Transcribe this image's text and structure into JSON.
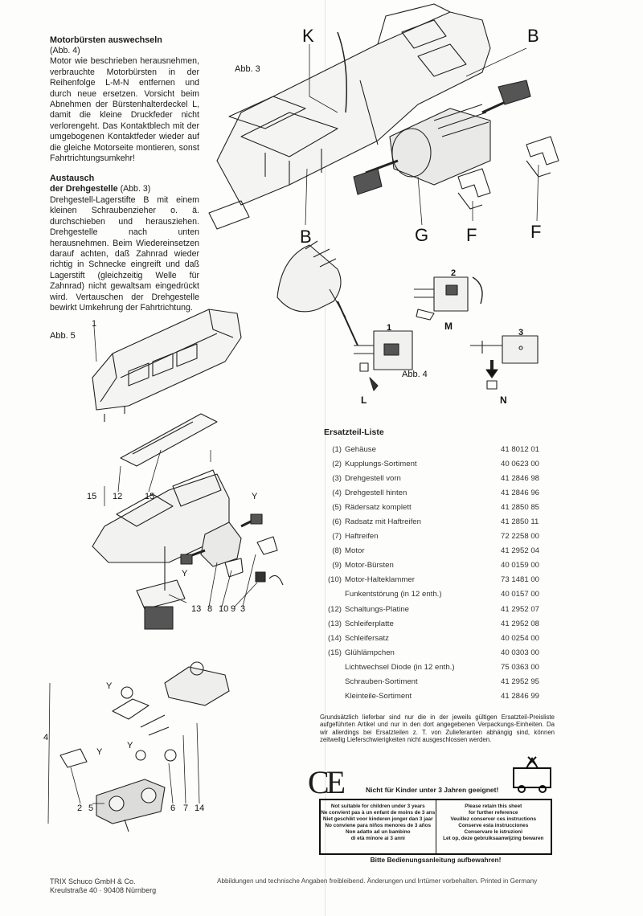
{
  "motor_section": {
    "heading": "Motorbürsten auswechseln",
    "ref": "(Abb. 4)",
    "body": "Motor wie beschrieben herausnehmen, verbrauchte Motorbürsten in der Reihenfolge L-M-N entfernen und durch neue ersetzen. Vorsicht beim Abnehmen der Bürstenhalterdeckel L, damit die kleine Druckfeder nicht verlorengeht. Das Kontaktblech mit der umgebogenen Kontaktfeder wieder auf die gleiche Motorseite montieren, sonst Fahrtrichtungsumkehr!"
  },
  "bogie_section": {
    "heading": "Austausch",
    "heading2": "der Drehgestelle",
    "ref": "(Abb. 3)",
    "body": "Drehgestell-Lagerstifte B mit einem kleinen Schraubenzieher o. ä. durchschieben und herausziehen. Drehgestelle nach unten herausnehmen. Beim Wiedereinsetzen darauf achten, daß Zahnrad wieder richtig in Schnecke eingreift und daß Lagerstift (gleichzeitig Welle für Zahnrad) nicht gewaltsam eingedrückt wird. Vertauschen der Drehgestelle bewirkt Umkehrung der Fahrtrichtung."
  },
  "figure3": {
    "caption": "Abb. 3",
    "labels": {
      "K": "K",
      "B_top": "B",
      "B_bottom": "B",
      "G": "G",
      "F1": "F",
      "F2": "F"
    }
  },
  "figure4": {
    "caption": "Abb. 4",
    "labels": {
      "L": "L",
      "M": "M",
      "N": "N",
      "step1": "1",
      "step2": "2",
      "step3": "3"
    }
  },
  "figure5": {
    "caption": "Abb. 5",
    "numbers": {
      "n1": "1",
      "n12": "12",
      "n15a": "15",
      "n15b": "15",
      "n13": "13",
      "n8": "8",
      "n10": "10",
      "n9": "9",
      "n3": "3",
      "n4": "4",
      "n2": "2",
      "n5": "5",
      "n6": "6",
      "n7": "7",
      "n14": "14",
      "y1": "Y",
      "y2": "Y",
      "y3": "Y",
      "y4": "Y",
      "y5": "Y"
    }
  },
  "parts_list": {
    "title": "Ersatzteil-Liste",
    "items": [
      {
        "idx": "(1)",
        "name": "Gehäuse",
        "no": "41 8012 01"
      },
      {
        "idx": "(2)",
        "name": "Kupplungs-Sortiment",
        "no": "40 0623 00"
      },
      {
        "idx": "(3)",
        "name": "Drehgestell vorn",
        "no": "41 2846 98"
      },
      {
        "idx": "(4)",
        "name": "Drehgestell hinten",
        "no": "41 2846 96"
      },
      {
        "idx": "(5)",
        "name": "Rädersatz komplett",
        "no": "41 2850 85"
      },
      {
        "idx": "(6)",
        "name": "Radsatz mit Haftreifen",
        "no": "41 2850 11"
      },
      {
        "idx": "(7)",
        "name": "Haftreifen",
        "no": "72 2258 00"
      },
      {
        "idx": "(8)",
        "name": "Motor",
        "no": "41 2952 04"
      },
      {
        "idx": "(9)",
        "name": "Motor-Bürsten",
        "no": "40 0159 00"
      },
      {
        "idx": "(10)",
        "name": "Motor-Halteklammer",
        "no": "73 1481 00"
      },
      {
        "idx": "",
        "name": "Funkentstörung (in 12 enth.)",
        "no": "40 0157 00"
      },
      {
        "idx": "(12)",
        "name": "Schaltungs-Platine",
        "no": "41 2952 07"
      },
      {
        "idx": "(13)",
        "name": "Schleiferplatte",
        "no": "41 2952 08"
      },
      {
        "idx": "(14)",
        "name": "Schleifersatz",
        "no": "40 0254 00"
      },
      {
        "idx": "(15)",
        "name": "Glühlämpchen",
        "no": "40 0303 00"
      },
      {
        "idx": "",
        "name": "Lichtwechsel Diode (in 12 enth.)",
        "no": "75 0363 00"
      },
      {
        "idx": "",
        "name": "Schrauben-Sortiment",
        "no": "41 2952 95"
      },
      {
        "idx": "",
        "name": "Kleinteile-Sortiment",
        "no": "41 2846 99"
      }
    ]
  },
  "delivery_note": "Grundsätzlich lieferbar sind nur die in der jeweils gültigen Ersatzteil-Preisliste aufgeführten Artikel und nur in den dort angegebenen Verpackungs-Einheiten. Da wir allerdings bei Ersatzteilen z. T. von Zulieferanten abhängig sind, können zeitweilig Lieferschwierigkeiten nicht ausgeschlossen werden.",
  "safety": {
    "ce_mark": "CE",
    "warning_de": "Nicht für Kinder unter 3 Jahren geeignet!",
    "warning_multi": [
      "Not suitable for children under 3 years",
      "Ne convient pas à un enfant de moins de 3 ans",
      "Niet geschikt voor kinderen jonger dan 3 jaar",
      "No conviene para niños menores de 3 años",
      "Non adatto ad un bambino",
      "di età minore ai 3 anni"
    ],
    "retain_multi": [
      "Please retain this sheet",
      "for further reference",
      "Veuillez conserver ces instructions",
      "Conserve esta instrucciones",
      "Conservare le istruzioni",
      "Let op, deze gebruiksaanwijzing bewaren"
    ],
    "keep_instructions": "Bitte Bedienungsanleitung aufbewahren!"
  },
  "footer": {
    "company": "TRIX Schuco GmbH & Co.",
    "address": "Kreulstraße 40 · 90408 Nürnberg",
    "disclaimer": "Abbildungen und technische Angaben freibleibend. Änderungen und Irrtümer vorbehalten. Printed in Germany"
  }
}
